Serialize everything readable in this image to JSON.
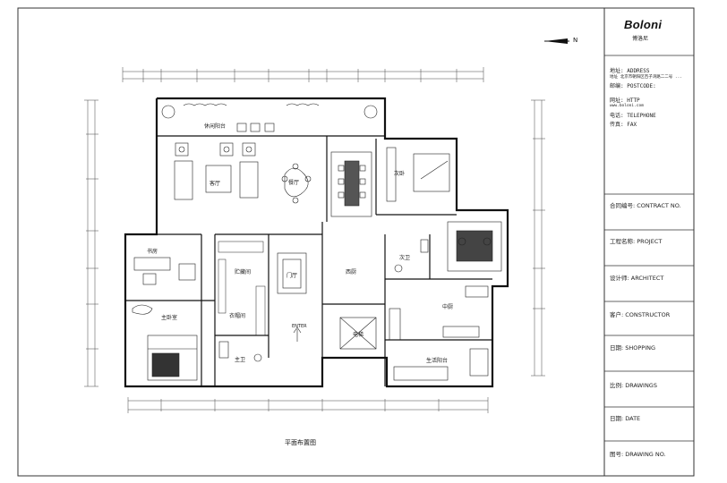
{
  "title_block": {
    "brand": "Boloni",
    "brand_cn": "博洛尼",
    "address_label": "地址: ADDRESS",
    "address_line1": "地址 北京市朝阳区百子湾路二二号 ...",
    "address_line2": "邮编: POSTCODE:",
    "website_label": "网址: HTTP",
    "website_value": "www.boloni.com",
    "phone_label": "电话: TELEPHONE",
    "fax_label": "传真: FAX",
    "fields": [
      {
        "label": "合同编号: CONTRACT NO."
      },
      {
        "label": "工程名称: PROJECT"
      },
      {
        "label": "设计师: ARCHITECT"
      },
      {
        "label": "客户: CONSTRUCTOR"
      },
      {
        "label": "日期: SHOPPING"
      },
      {
        "label": "比例: DRAWINGS"
      },
      {
        "label": "日期: DATE"
      },
      {
        "label": "图号: DRAWING NO."
      }
    ]
  },
  "north_label": "N",
  "plan_title": "平面布置图",
  "entry_label": "ENTER",
  "rooms": [
    {
      "id": "balcony",
      "label": "休闲阳台"
    },
    {
      "id": "living",
      "label": "客厅"
    },
    {
      "id": "dining",
      "label": "餐厅"
    },
    {
      "id": "second-bed",
      "label": "次卧"
    },
    {
      "id": "study",
      "label": "书房"
    },
    {
      "id": "storage",
      "label": "贮藏间"
    },
    {
      "id": "foyer",
      "label": "门厅"
    },
    {
      "id": "west-kitchen",
      "label": "西厨"
    },
    {
      "id": "second-bath",
      "label": "次卫"
    },
    {
      "id": "master-bed",
      "label": "主卧室"
    },
    {
      "id": "closet",
      "label": "衣帽间"
    },
    {
      "id": "master-bath",
      "label": "主卫"
    },
    {
      "id": "elevator",
      "label": "电梯"
    },
    {
      "id": "kitchen",
      "label": "中厨"
    },
    {
      "id": "utility-balcony",
      "label": "生活阳台"
    }
  ],
  "colors": {
    "line": "#222222",
    "wall": "#111111",
    "frame": "#333333"
  }
}
